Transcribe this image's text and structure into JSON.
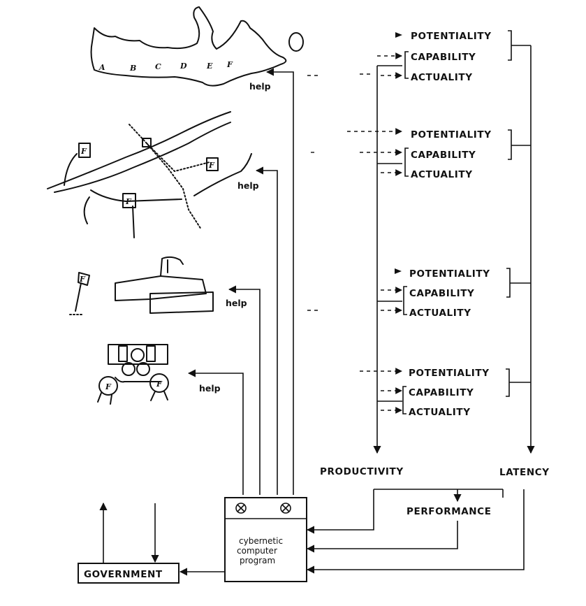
{
  "levels": [
    {
      "potentiality": "POTENTIALITY",
      "capability": "CAPABILITY",
      "actuality": "ACTUALITY"
    },
    {
      "potentiality": "POTENTIALITY",
      "capability": "CAPABILITY",
      "actuality": "ACTUALITY"
    },
    {
      "potentiality": "POTENTIALITY",
      "capability": "CAPABILITY",
      "actuality": "ACTUALITY"
    },
    {
      "potentiality": "POTENTIALITY",
      "capability": "CAPABILITY",
      "actuality": "ACTUALITY"
    }
  ],
  "help_labels": [
    "help",
    "help",
    "help",
    "help"
  ],
  "map_letters": [
    "A",
    "B",
    "C",
    "D",
    "E",
    "F"
  ],
  "factory_marker": "F",
  "productivity": "PRODUCTIVITY",
  "latency": "LATENCY",
  "performance": "PERFORMANCE",
  "computer_box": {
    "line1": "cybernetic",
    "line2": "computer",
    "line3": "program"
  },
  "government": "GOVERNMENT"
}
